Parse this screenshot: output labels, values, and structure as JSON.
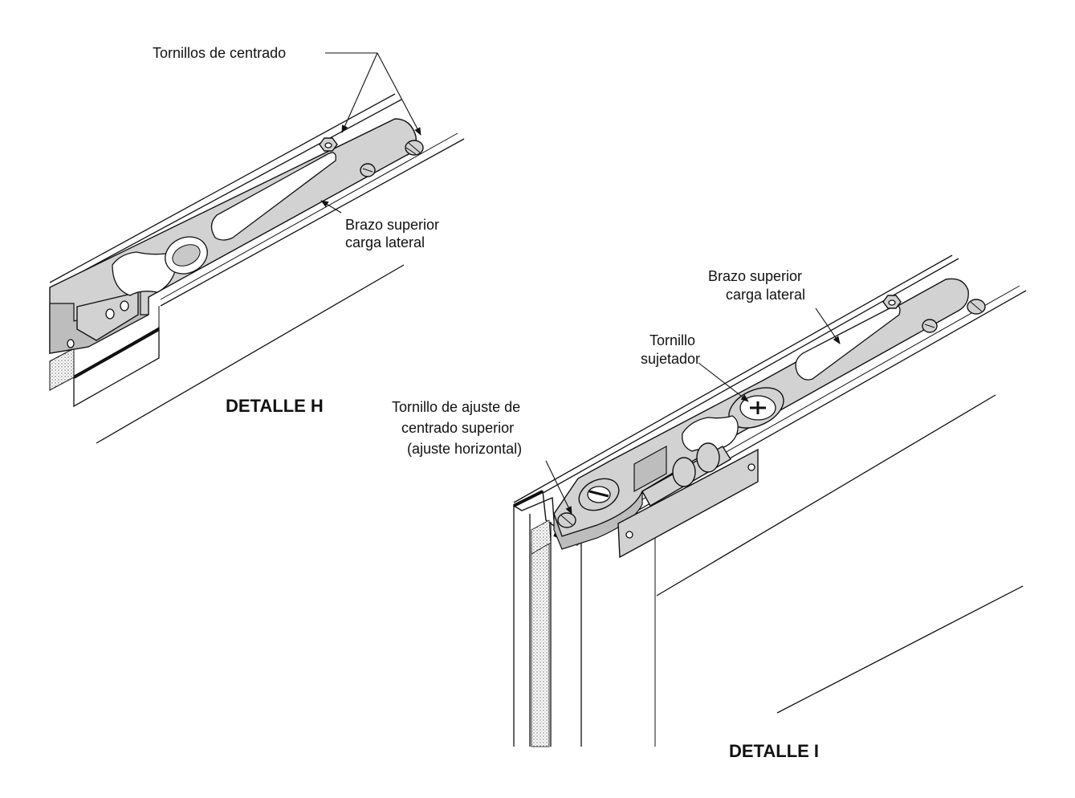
{
  "detail_h": {
    "title": "DETALLE H",
    "label_centering_screws": "Tornillos de centrado",
    "label_arm_line1": "Brazo superior",
    "label_arm_line2": "carga lateral"
  },
  "detail_i": {
    "title": "DETALLE I",
    "label_arm_line1": "Brazo superior",
    "label_arm_line2": "carga lateral",
    "label_fastener_line1": "Tornillo",
    "label_fastener_line2": "sujetador",
    "label_adjust_line1": "Tornillo de ajuste de",
    "label_adjust_line2": "centrado superior",
    "label_adjust_line3": "(ajuste horizontal)"
  }
}
